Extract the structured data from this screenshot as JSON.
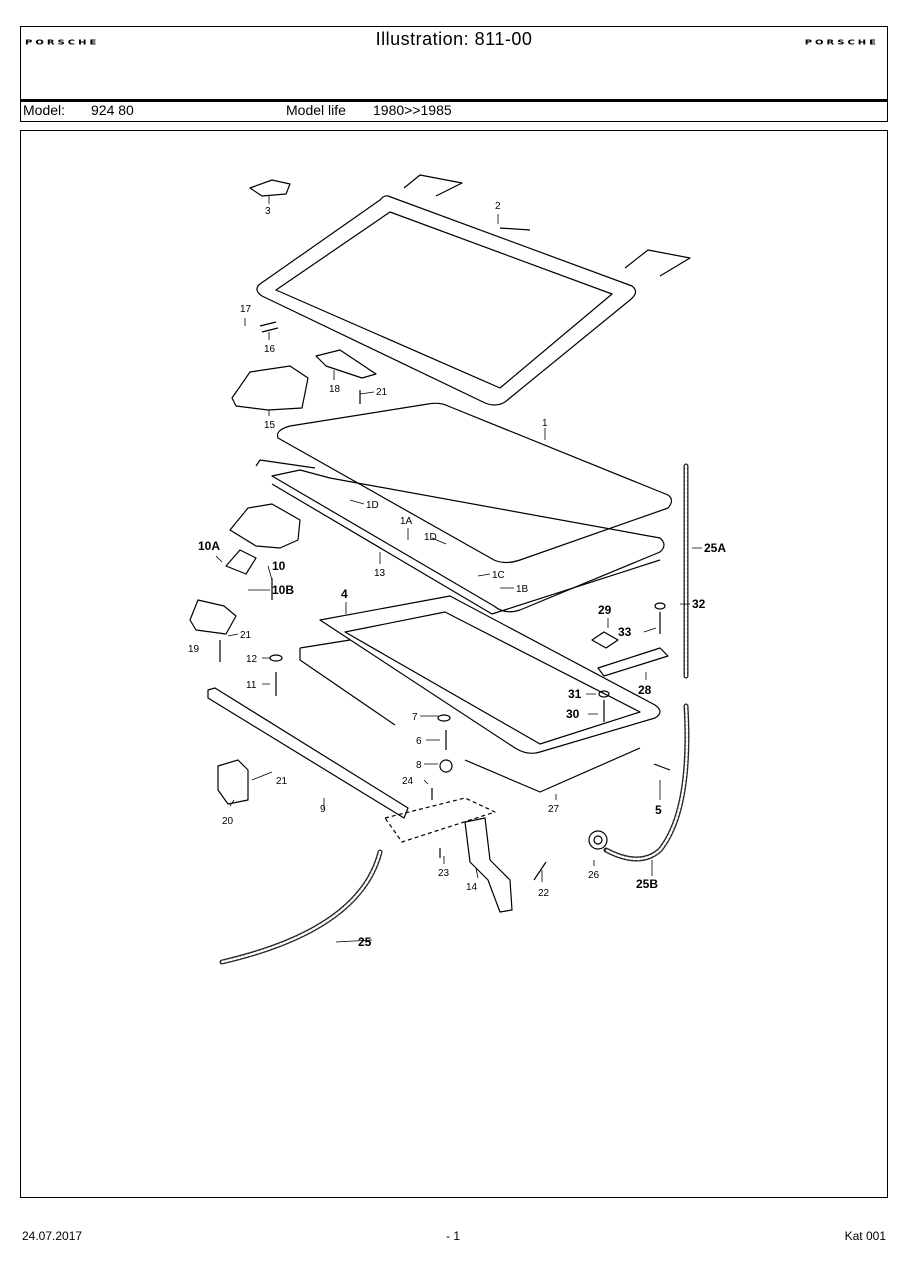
{
  "header": {
    "brand_left": "PORSCHE",
    "brand_right": "PORSCHE",
    "title": "Illustration: 811-00",
    "model_label": "Model:",
    "model_value": "924 80",
    "model_life_label": "Model life",
    "model_life_value": "1980>>1985"
  },
  "callouts": {
    "c1": "1",
    "c1A": "1A",
    "c1B": "1B",
    "c1C": "1C",
    "c1D_a": "1D",
    "c1D_b": "1D",
    "c2": "2",
    "c3": "3",
    "c4": "4",
    "c5": "5",
    "c6": "6",
    "c7": "7",
    "c8": "8",
    "c9": "9",
    "c10": "10",
    "c10A": "10A",
    "c10B": "10B",
    "c11": "11",
    "c12": "12",
    "c13": "13",
    "c14": "14",
    "c15": "15",
    "c16": "16",
    "c17": "17",
    "c18": "18",
    "c19": "19",
    "c20": "20",
    "c21_a": "21",
    "c21_b": "21",
    "c21_c": "21",
    "c22": "22",
    "c23": "23",
    "c24": "24",
    "c25": "25",
    "c25A": "25A",
    "c25B": "25B",
    "c26": "26",
    "c27": "27",
    "c28": "28",
    "c29": "29",
    "c30": "30",
    "c31": "31",
    "c32": "32",
    "c33": "33"
  },
  "footer": {
    "date": "24.07.2017",
    "page": "- 1",
    "catalog": "Kat 001"
  }
}
